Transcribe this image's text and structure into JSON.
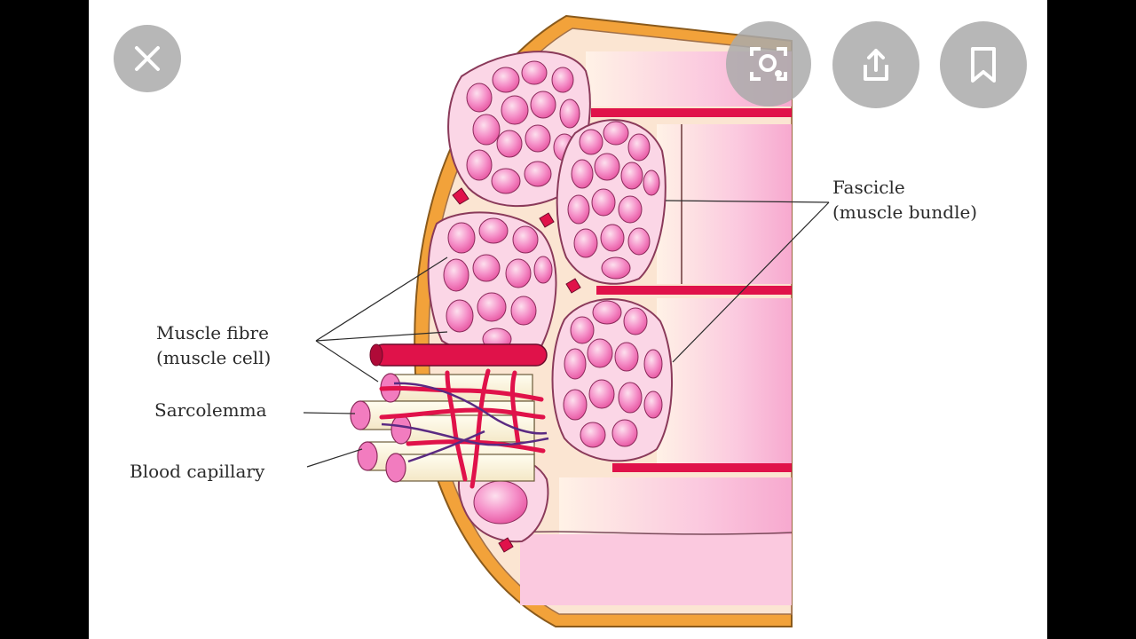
{
  "viewer": {
    "toolbar": {
      "close_icon": "close-icon",
      "lens_icon": "lens-search-icon",
      "share_icon": "share-icon",
      "bookmark_icon": "bookmark-icon"
    }
  },
  "diagram": {
    "labels": {
      "muscle_fibre": "Muscle fibre",
      "muscle_cell": "(muscle cell)",
      "sarcolemma": "Sarcolemma",
      "blood_capillary": "Blood capillary",
      "fascicle": "Fascicle",
      "muscle_bundle": "(muscle bundle)"
    },
    "colors": {
      "epimysium": "#f2a23a",
      "fibre_pink": "#f27cbf",
      "fibre_light": "#fbd0e8",
      "vessel_red": "#e0124a",
      "capillary_purple": "#5a2a82",
      "connective": "#fbe5d2"
    }
  }
}
